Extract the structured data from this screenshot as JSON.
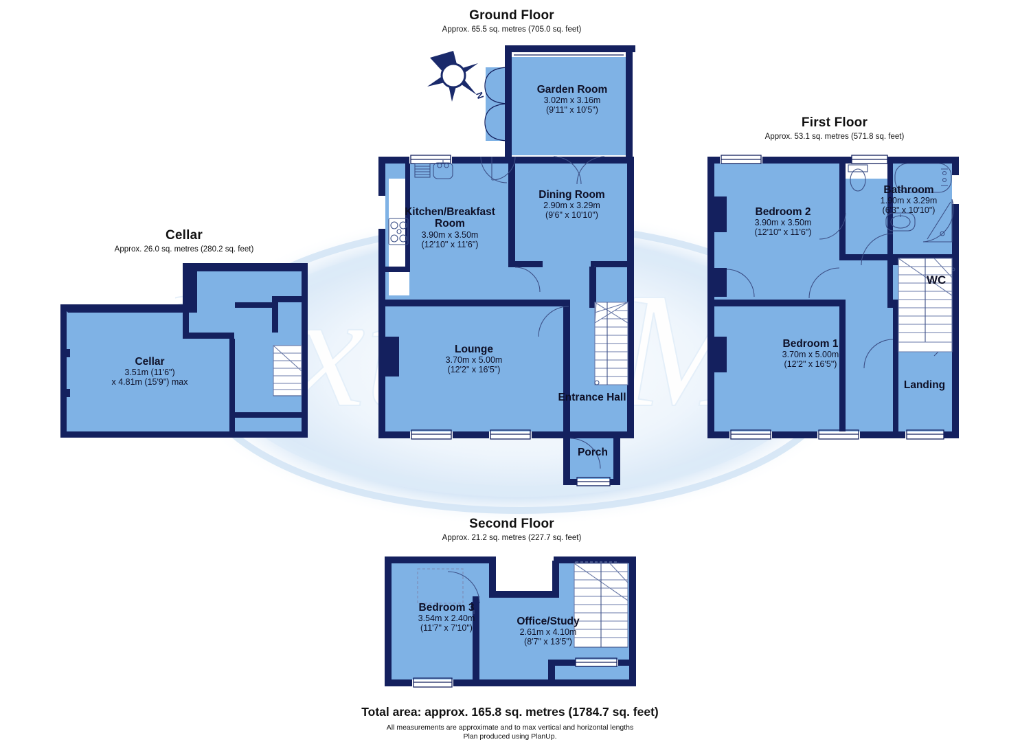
{
  "document": {
    "type": "floor-plan",
    "watermark": "Sexton Mee",
    "producer_note_line1": "All measurements are approximate and to max vertical and horizontal lengths",
    "producer_note_line2": "Plan produced using PlanUp.",
    "total_area": "Total area: approx. 165.8 sq. metres (1784.7 sq. feet)",
    "compass_label": "N"
  },
  "colors": {
    "room_fill": "#7fb2e5",
    "wall": "#14205e",
    "text": "#0d0f26",
    "background": "#ffffff",
    "watermark": "#dce9f7"
  },
  "floors": [
    {
      "id": "ground",
      "title": "Ground Floor",
      "area": "Approx. 65.5 sq. metres (705.0 sq. feet)",
      "rooms": [
        {
          "name": "Garden Room",
          "metric": "3.02m x 3.16m",
          "imperial": "(9'11\" x 10'5\")"
        },
        {
          "name": "Dining Room",
          "metric": "2.90m x 3.29m",
          "imperial": "(9'6\" x 10'10\")"
        },
        {
          "name": "Kitchen/Breakfast Room",
          "metric": "3.90m x 3.50m",
          "imperial": "(12'10\" x 11'6\")"
        },
        {
          "name": "Lounge",
          "metric": "3.70m x 5.00m",
          "imperial": "(12'2\" x 16'5\")"
        },
        {
          "name": "Entrance Hall",
          "metric": "",
          "imperial": ""
        },
        {
          "name": "Porch",
          "metric": "",
          "imperial": ""
        }
      ]
    },
    {
      "id": "cellar",
      "title": "Cellar",
      "area": "Approx. 26.0 sq. metres (280.2 sq. feet)",
      "rooms": [
        {
          "name": "Cellar",
          "metric": "3.51m (11'6\")",
          "imperial": "x 4.81m (15'9\") max"
        }
      ]
    },
    {
      "id": "first",
      "title": "First Floor",
      "area": "Approx. 53.1 sq. metres (571.8 sq. feet)",
      "rooms": [
        {
          "name": "Bedroom 2",
          "metric": "3.90m x 3.50m",
          "imperial": "(12'10\" x 11'6\")"
        },
        {
          "name": "Bathroom",
          "metric": "1.90m x 3.29m",
          "imperial": "(6'3\" x 10'10\")"
        },
        {
          "name": "Bedroom 1",
          "metric": "3.70m x 5.00m",
          "imperial": "(12'2\" x 16'5\")"
        },
        {
          "name": "Landing",
          "metric": "",
          "imperial": ""
        },
        {
          "name": "WC",
          "metric": "",
          "imperial": ""
        }
      ]
    },
    {
      "id": "second",
      "title": "Second Floor",
      "area": "Approx. 21.2 sq. metres (227.7 sq. feet)",
      "rooms": [
        {
          "name": "Bedroom 3",
          "metric": "3.54m x 2.40m",
          "imperial": "(11'7\" x 7'10\")"
        },
        {
          "name": "Office/Study",
          "metric": "2.61m x 4.10m",
          "imperial": "(8'7\" x 13'5\")"
        }
      ]
    }
  ]
}
